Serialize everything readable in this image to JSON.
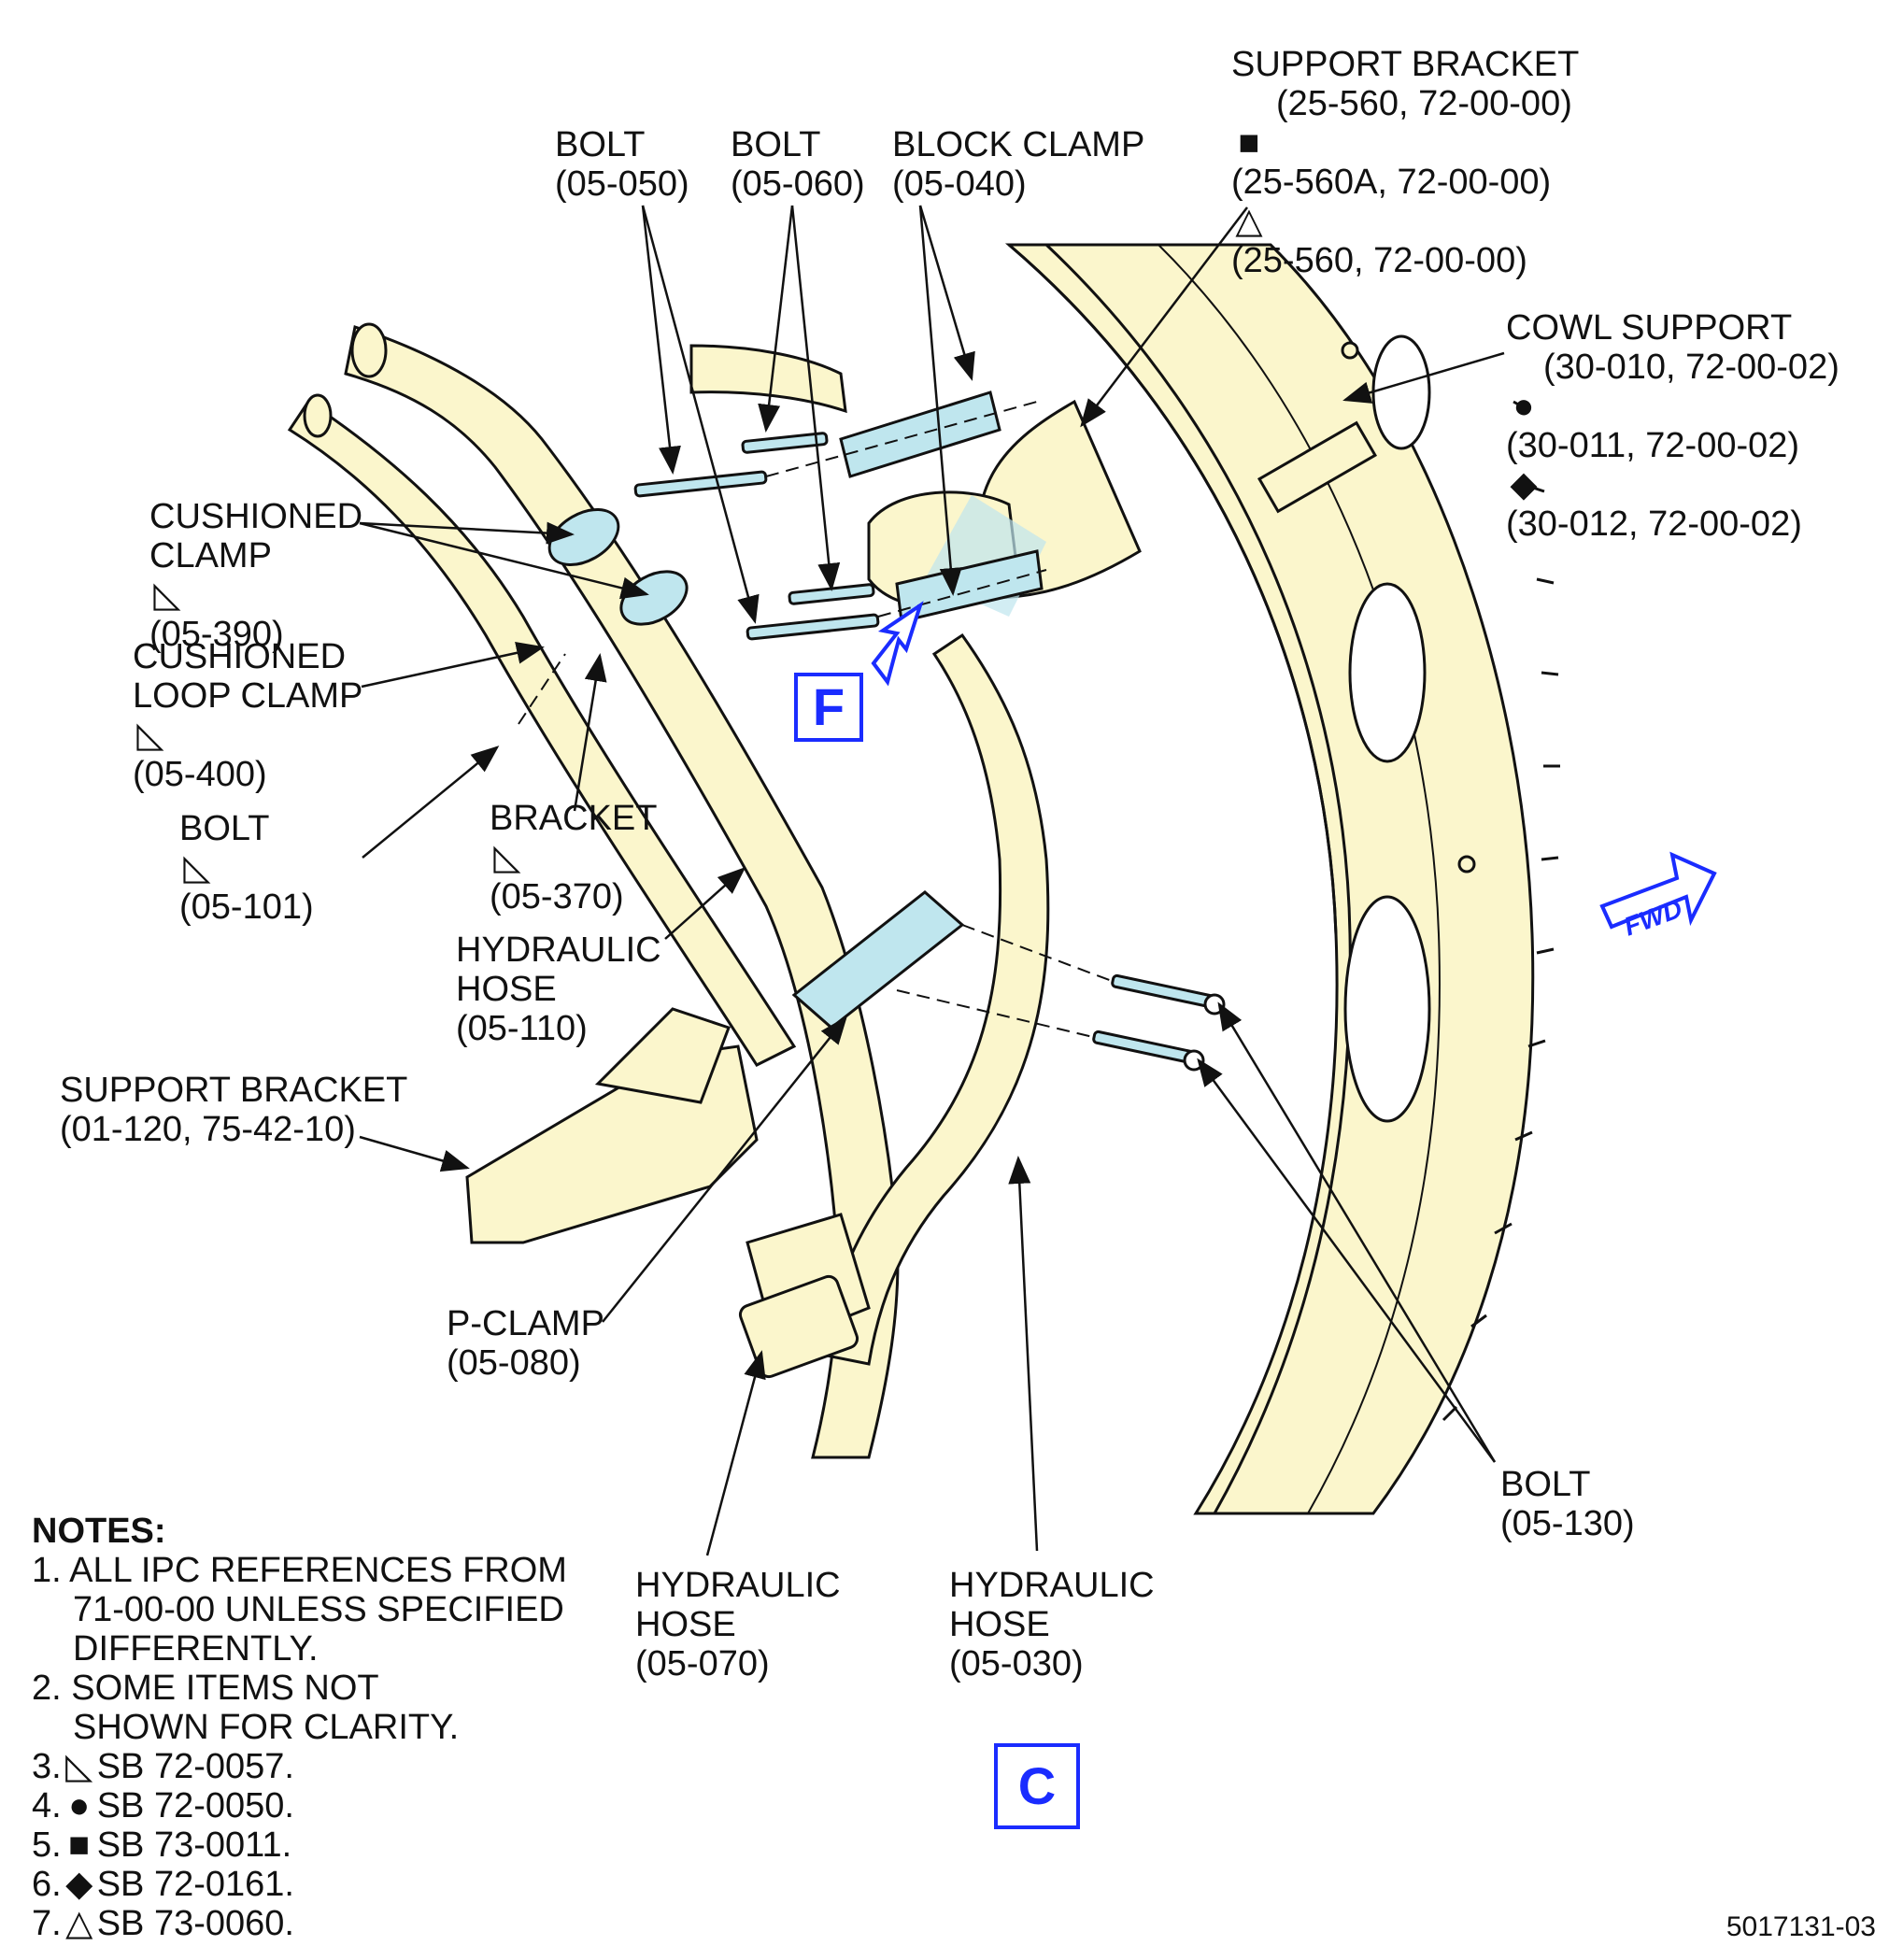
{
  "callouts": {
    "bolt_050": [
      "BOLT",
      "(05-050)"
    ],
    "bolt_060": [
      "BOLT",
      "(05-060)"
    ],
    "block_clamp": [
      "BLOCK CLAMP",
      "(05-040)"
    ],
    "support_bracket_top": [
      "SUPPORT BRACKET",
      "(25-560, 72-00-00)",
      "(25-560A, 72-00-00)",
      "(25-560, 72-00-00)"
    ],
    "cowl_support": [
      "COWL SUPPORT",
      "(30-010, 72-00-02)",
      "(30-011, 72-00-02)",
      "(30-012, 72-00-02)"
    ],
    "cushioned_clamp": [
      "CUSHIONED",
      "CLAMP",
      "(05-390)"
    ],
    "cushioned_loop_clamp": [
      "CUSHIONED",
      "LOOP CLAMP",
      "(05-400)"
    ],
    "bolt_101": [
      "BOLT",
      "(05-101)"
    ],
    "bracket_370": [
      "BRACKET",
      "(05-370)"
    ],
    "hydraulic_hose_110": [
      "HYDRAULIC",
      "HOSE",
      "(05-110)"
    ],
    "support_bracket_bottom": [
      "SUPPORT BRACKET",
      "(01-120, 75-42-10)"
    ],
    "p_clamp": [
      "P-CLAMP",
      "(05-080)"
    ],
    "hydraulic_hose_070": [
      "HYDRAULIC",
      "HOSE",
      "(05-070)"
    ],
    "hydraulic_hose_030": [
      "HYDRAULIC",
      "HOSE",
      "(05-030)"
    ],
    "bolt_130": [
      "BOLT",
      "(05-130)"
    ]
  },
  "symbols": {
    "sb_72_0057": "◺",
    "sb_72_0050": "●",
    "sb_73_0011": "■",
    "sb_72_0161": "◆",
    "sb_73_0060": "△"
  },
  "notes": {
    "heading": "NOTES:",
    "n1_a": "1. ALL IPC REFERENCES FROM",
    "n1_b": "71-00-00 UNLESS SPECIFIED",
    "n1_c": "DIFFERENTLY.",
    "n2_a": "2. SOME ITEMS NOT",
    "n2_b": "SHOWN FOR CLARITY.",
    "n3": "SB 72-0057.",
    "n4": "SB 72-0050.",
    "n5": "SB 73-0011.",
    "n6": "SB 72-0161.",
    "n7": "SB 73-0060.",
    "n3_num": "3.",
    "n4_num": "4.",
    "n5_num": "5.",
    "n6_num": "6.",
    "n7_num": "7."
  },
  "view_labels": {
    "detail_f": "F",
    "view_c": "C",
    "fwd": "FWD"
  },
  "figure_number": "5017131-03",
  "colors": {
    "part_fill": "#fbf6cc",
    "highlight": "#bfe6ee",
    "callout_blue": "#1a2cff"
  }
}
